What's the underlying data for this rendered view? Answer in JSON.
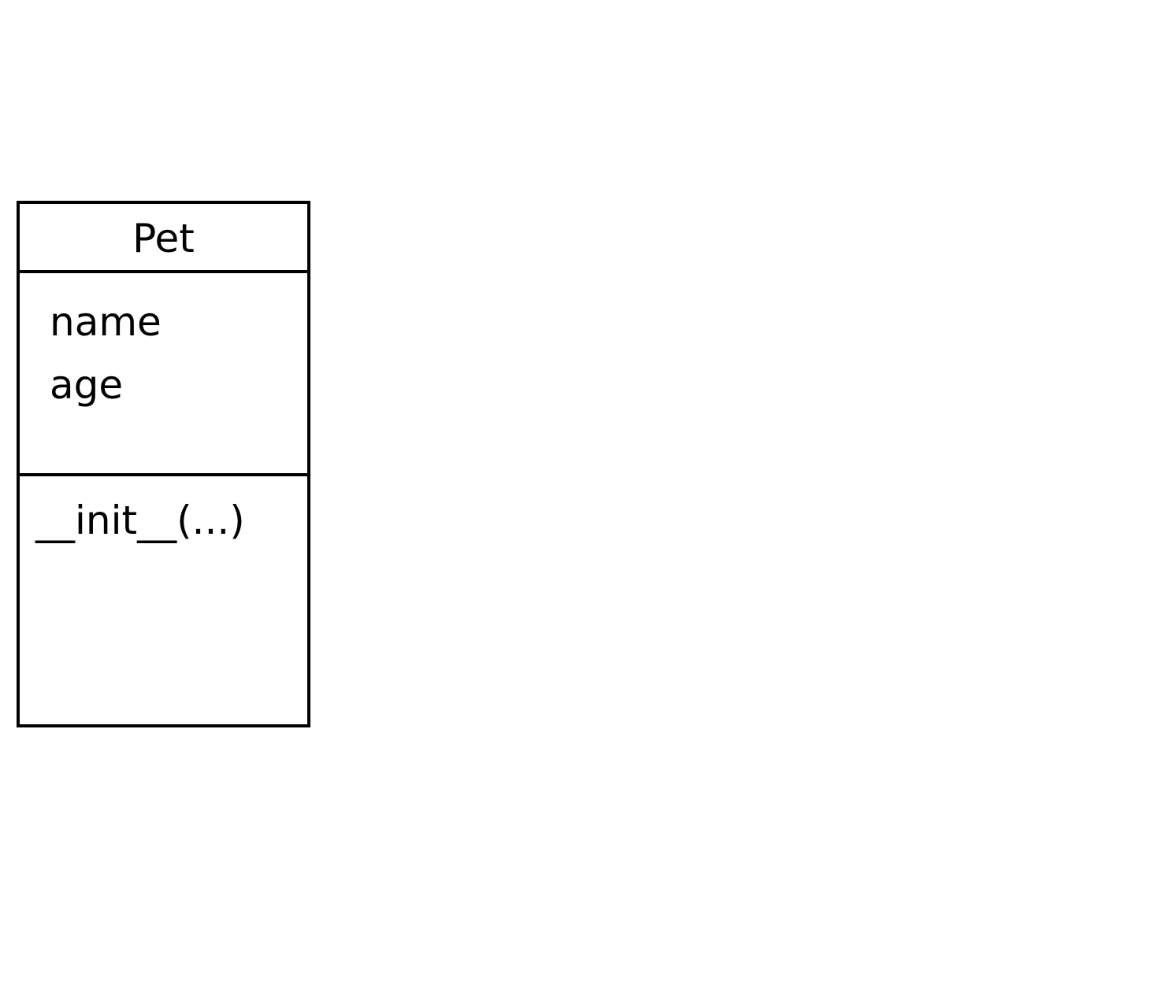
{
  "uml_class": {
    "name": "Pet",
    "attributes": [
      "name",
      "age"
    ],
    "methods": [
      "__init__(...)"
    ]
  }
}
